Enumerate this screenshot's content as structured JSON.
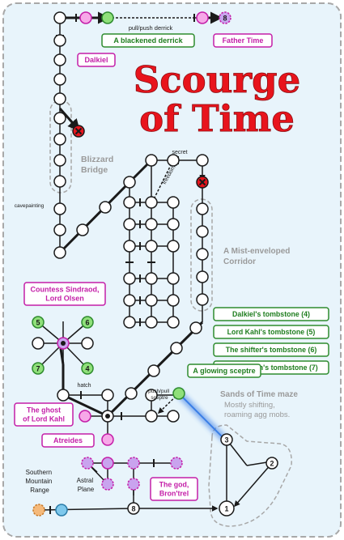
{
  "title": {
    "line1": "Scourge",
    "line2": "of Time",
    "color": "#e8141c"
  },
  "colors": {
    "background": "#e8f4fb",
    "border": "#a8a8a8",
    "node_fill": "#ffffff",
    "node_stroke": "#1a1a1a",
    "magenta_fill": "#f7a8e8",
    "magenta_stroke": "#c41ea8",
    "purple_fill": "#c9a3ee",
    "green_fill": "#8fe07a",
    "green_stroke": "#2e8b2e",
    "green_text": "#1e7d1e",
    "red_fill": "#e8141c",
    "orange_fill": "#f5b97a",
    "blue_fill": "#7ec8ec",
    "blue_glow": "#3a7ee6",
    "gray_text": "#9a9a9a"
  },
  "icons": {
    "dead_end": "x-in-circle-icon",
    "leaf": "dashed-circle-icon"
  },
  "labels": {
    "dalkiel": "Dalkiel",
    "derrick": "A blackened derrick",
    "father_time": "Father Time",
    "pull_push_derrick": "pull/push derrick",
    "blizzard": "Blizzard\nBridge",
    "secret": "secret",
    "freedom": "freedom",
    "cavepainting": "cavepainting",
    "mist": "A Mist-enveloped\nCorridor",
    "countess": "Countess Sindraod,\nLord Olsen",
    "tombstones": [
      "Dalkiel's tombstone (4)",
      "Lord Kahl's tombstone (5)",
      "The shifter's tombstone (6)",
      "An old man's tombstone (7)"
    ],
    "sceptre": "A glowing sceptre",
    "push_pull_sceptre": "push/pull\nsceptre",
    "hatch": "hatch",
    "ghost": "The ghost\nof Lord Kahl",
    "atreides": "Atreides",
    "sands_title": "Sands of Time maze",
    "sands_desc": "Mostly shifting,\nroaming agg mobs.",
    "southern": "Southern\nMountain\nRange",
    "astral": "Astral\nPlane",
    "bron": "The god,\nBron'trel"
  },
  "node_numbers": {
    "n8_top": "8",
    "n5": "5",
    "n6": "6",
    "n7": "7",
    "n4": "4",
    "n3": "3",
    "n2": "2",
    "n1": "1",
    "n8_bottom": "8"
  }
}
